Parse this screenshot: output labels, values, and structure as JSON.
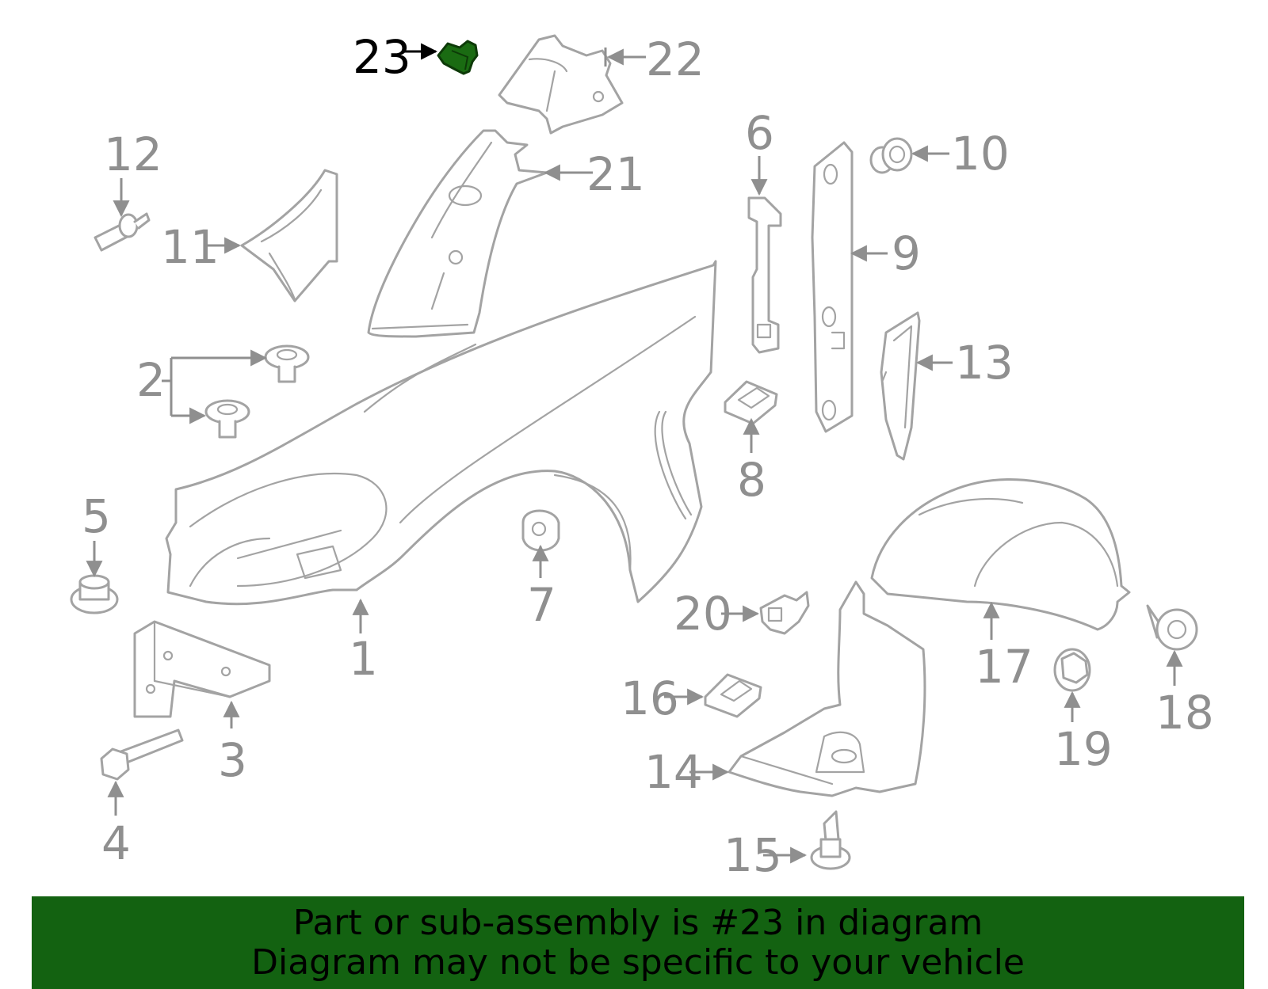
{
  "diagram": {
    "highlighted_part": "23",
    "callouts": [
      "1",
      "2",
      "3",
      "4",
      "5",
      "6",
      "7",
      "8",
      "9",
      "10",
      "11",
      "12",
      "13",
      "14",
      "15",
      "16",
      "17",
      "18",
      "19",
      "20",
      "21",
      "22",
      "23"
    ],
    "colors": {
      "line_art": "#a3a3a3",
      "label": "#8f8f8f",
      "highlight_fill": "#1a6b12",
      "highlight_label": "#000000",
      "banner": "#136211"
    }
  },
  "banner": {
    "line1": "Part or sub-assembly is #23 in diagram",
    "line2": "Diagram may not be specific to your vehicle"
  }
}
